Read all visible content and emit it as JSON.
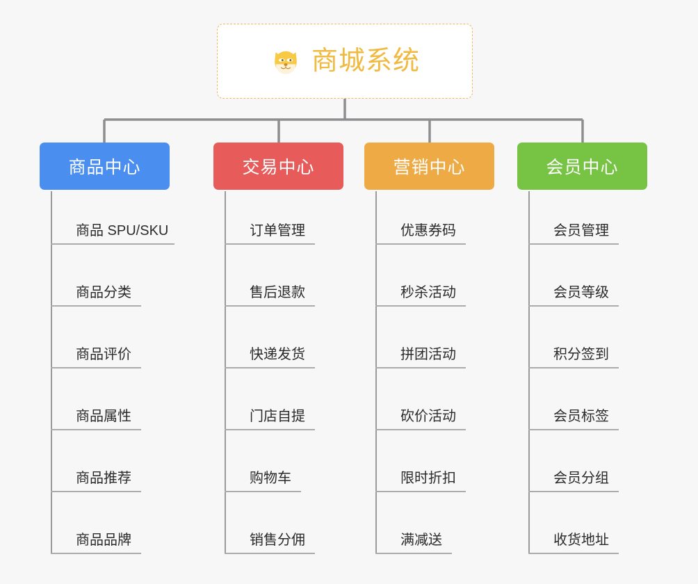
{
  "page": {
    "background_color": "#f7f7f7",
    "diagram_type": "mind-map"
  },
  "root": {
    "title": "商城系统",
    "icon": "dog-face-icon",
    "border_color": "#edb95e",
    "text_color": "#f0b93f",
    "background_color": "#ffffff"
  },
  "branches": [
    {
      "label": "商品中心",
      "color": "#4a8ef0",
      "items": [
        "商品 SPU/SKU",
        "商品分类",
        "商品评价",
        "商品属性",
        "商品推荐",
        "商品品牌"
      ]
    },
    {
      "label": "交易中心",
      "color": "#e85b5b",
      "items": [
        "订单管理",
        "售后退款",
        "快递发货",
        "门店自提",
        "购物车",
        "销售分佣"
      ]
    },
    {
      "label": "营销中心",
      "color": "#eeab45",
      "items": [
        "优惠券码",
        "秒杀活动",
        "拼团活动",
        "砍价活动",
        "限时折扣",
        "满减送"
      ]
    },
    {
      "label": "会员中心",
      "color": "#77c444",
      "items": [
        "会员管理",
        "会员等级",
        "积分签到",
        "会员标签",
        "会员分组",
        "收货地址"
      ]
    }
  ],
  "connectors": {
    "color": "#8d8e90"
  }
}
